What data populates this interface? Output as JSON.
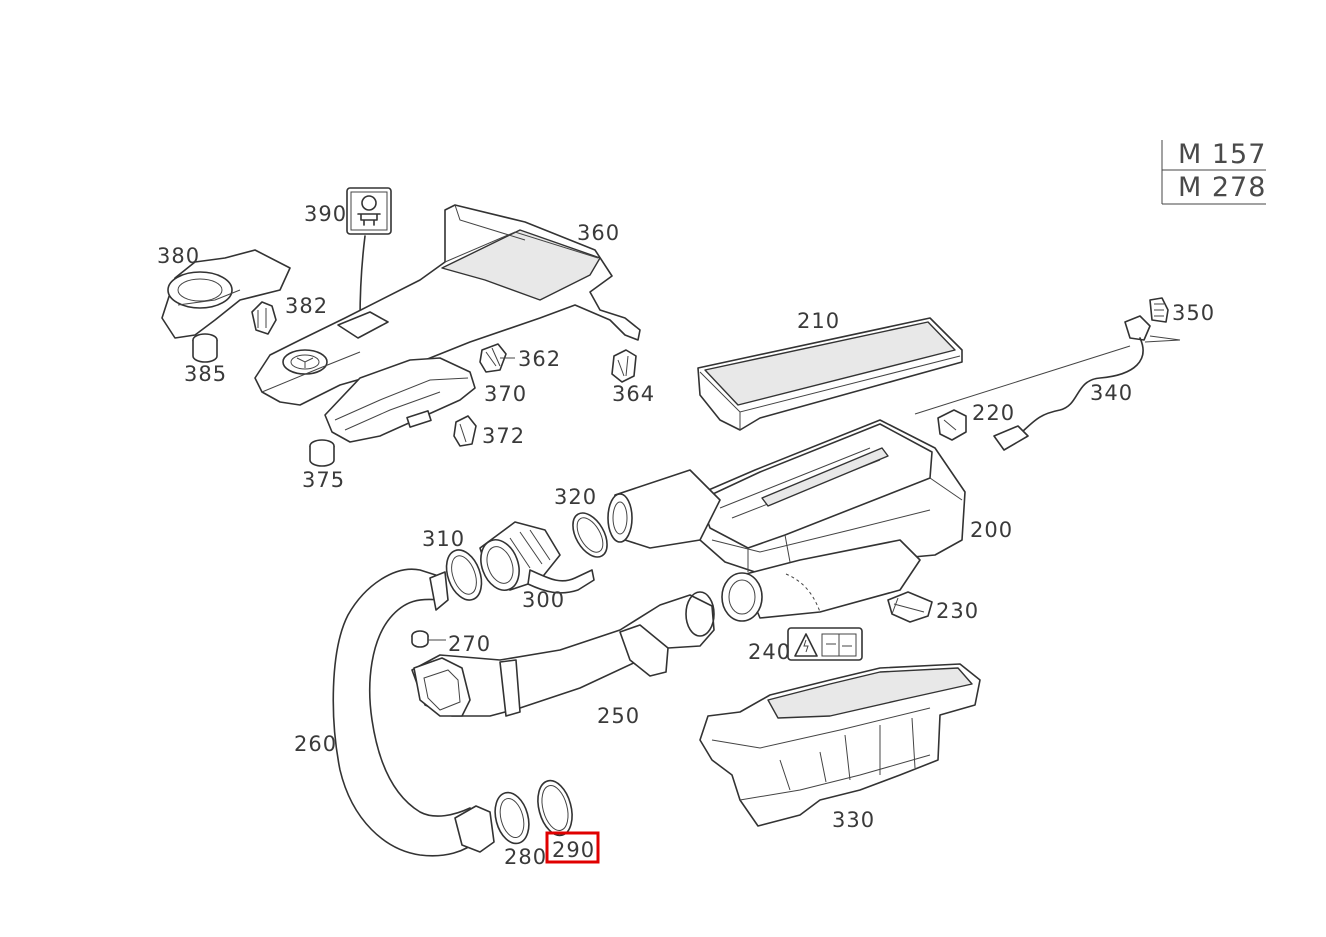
{
  "model_box": {
    "lines": [
      "M 157",
      "M 278"
    ]
  },
  "highlight": {
    "part": "290",
    "color": "#e00000"
  },
  "parts": [
    {
      "id": "p390",
      "label": "390"
    },
    {
      "id": "p360",
      "label": "360"
    },
    {
      "id": "p380",
      "label": "380"
    },
    {
      "id": "p382",
      "label": "382"
    },
    {
      "id": "p385",
      "label": "385"
    },
    {
      "id": "p362",
      "label": "362"
    },
    {
      "id": "p370",
      "label": "370"
    },
    {
      "id": "p364",
      "label": "364"
    },
    {
      "id": "p372",
      "label": "372"
    },
    {
      "id": "p375",
      "label": "375"
    },
    {
      "id": "p210",
      "label": "210"
    },
    {
      "id": "p350",
      "label": "350"
    },
    {
      "id": "p340",
      "label": "340"
    },
    {
      "id": "p220",
      "label": "220"
    },
    {
      "id": "p320",
      "label": "320"
    },
    {
      "id": "p200",
      "label": "200"
    },
    {
      "id": "p310",
      "label": "310"
    },
    {
      "id": "p300",
      "label": "300"
    },
    {
      "id": "p230",
      "label": "230"
    },
    {
      "id": "p270",
      "label": "270"
    },
    {
      "id": "p240",
      "label": "240"
    },
    {
      "id": "p250",
      "label": "250"
    },
    {
      "id": "p260",
      "label": "260"
    },
    {
      "id": "p330",
      "label": "330"
    },
    {
      "id": "p280",
      "label": "280"
    },
    {
      "id": "p290",
      "label": "290"
    }
  ]
}
